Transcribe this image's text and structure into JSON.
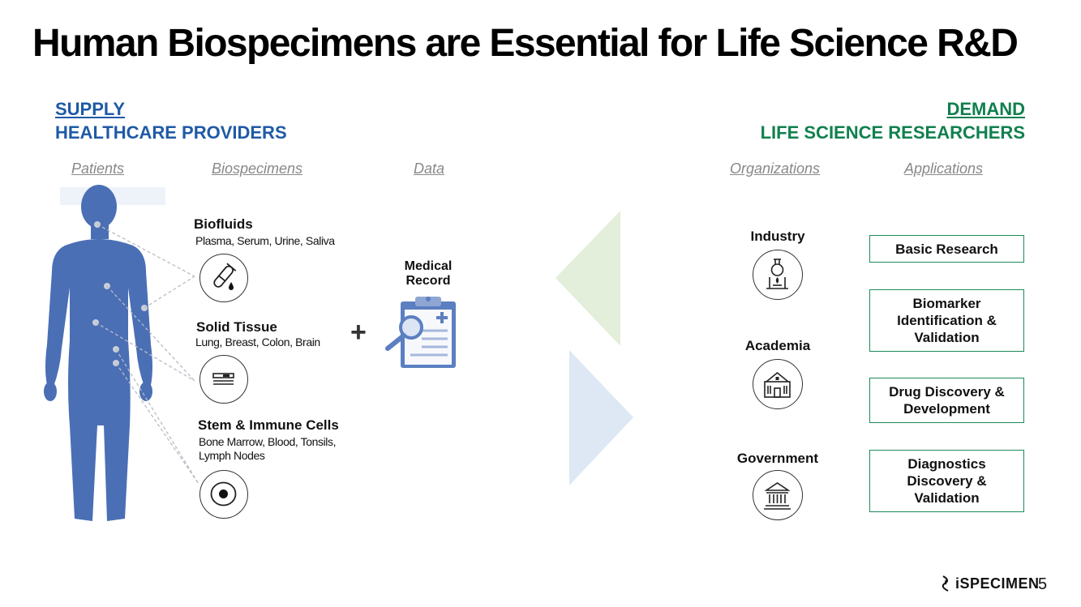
{
  "title": "Human Biospecimens are Essential for Life Science R&D",
  "supply": {
    "heading": "SUPPLY",
    "subheading": "HEALTHCARE PROVIDERS",
    "columns": [
      "Patients",
      "Biospecimens",
      "Data"
    ]
  },
  "demand": {
    "heading": "DEMAND",
    "subheading": "LIFE SCIENCE RESEARCHERS",
    "columns": [
      "Organizations",
      "Applications"
    ]
  },
  "biospecimens": [
    {
      "name": "Biofluids",
      "detail": "Plasma, Serum, Urine, Saliva",
      "icon": "test-tube-icon"
    },
    {
      "name": "Solid Tissue",
      "detail": "Lung, Breast, Colon, Brain",
      "icon": "tissue-slide-icon"
    },
    {
      "name": "Stem & Immune Cells",
      "detail": "Bone Marrow, Blood, Tonsils, Lymph Nodes",
      "icon": "cell-icon"
    }
  ],
  "data_item": {
    "label_line1": "Medical",
    "label_line2": "Record",
    "icon": "medical-record-clipboard-icon",
    "operator": "+"
  },
  "organizations": [
    {
      "name": "Industry",
      "icon": "lab-flask-icon"
    },
    {
      "name": "Academia",
      "icon": "school-building-icon"
    },
    {
      "name": "Government",
      "icon": "government-building-icon"
    }
  ],
  "applications": [
    "Basic Research",
    "Biomarker Identification & Validation",
    "Drug Discovery & Development",
    "Diagnostics Discovery & Validation"
  ],
  "footer": {
    "logo_text": "iSPECIMEN",
    "page_number": "5"
  },
  "colors": {
    "supply_blue": "#1f5aa6",
    "demand_green": "#11804e",
    "body_blue": "#4a6fb5",
    "arrow_green": "#e3eedb",
    "arrow_blue": "#dde8f4",
    "box_border": "#1d8a5a"
  }
}
